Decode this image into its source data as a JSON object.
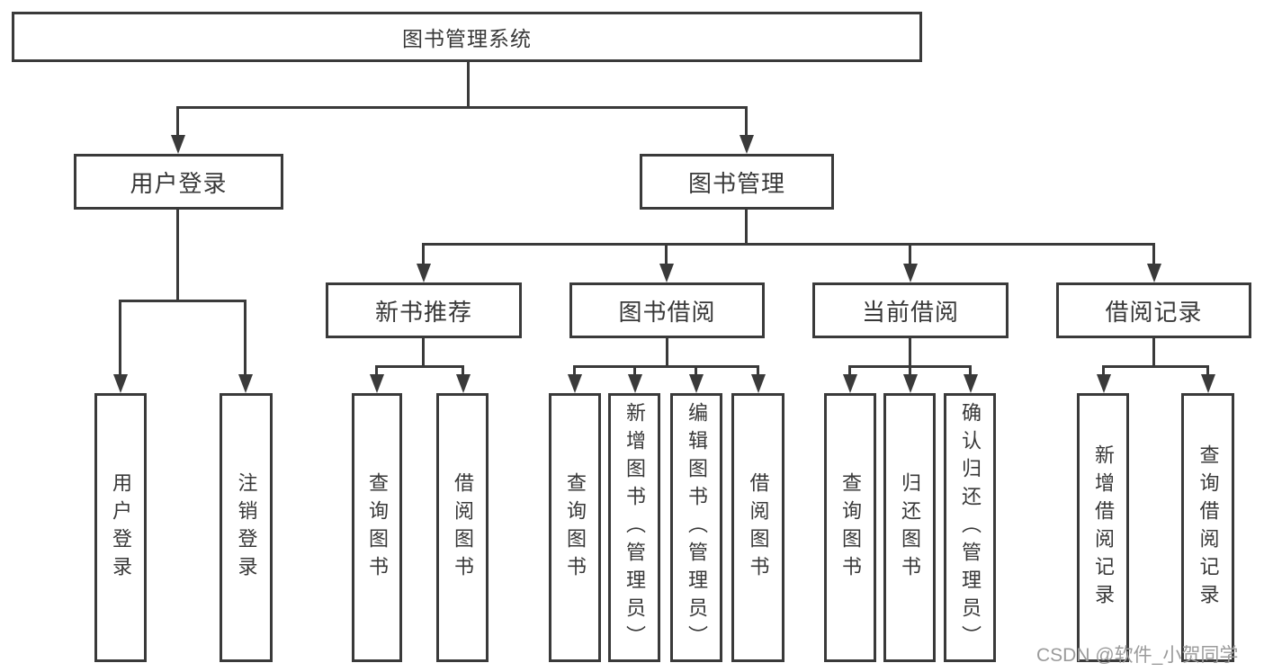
{
  "diagram_type": "hierarchy-tree",
  "watermark": "CSDN @软件_小贺同学",
  "colors": {
    "line": "#3a3a3a",
    "text": "#383838",
    "box-bg": "#ffffff",
    "watermark": "#9b9b9b"
  },
  "tree": {
    "label": "图书管理系统",
    "children": [
      {
        "label": "用户登录",
        "children": [
          {
            "label": "用户登录"
          },
          {
            "label": "注销登录"
          }
        ]
      },
      {
        "label": "图书管理",
        "children": [
          {
            "label": "新书推荐",
            "children": [
              {
                "label": "查询图书"
              },
              {
                "label": "借阅图书"
              }
            ]
          },
          {
            "label": "图书借阅",
            "children": [
              {
                "label": "查询图书"
              },
              {
                "label": "新增图书（管理员）"
              },
              {
                "label": "编辑图书（管理员）"
              },
              {
                "label": "借阅图书"
              }
            ]
          },
          {
            "label": "当前借阅",
            "children": [
              {
                "label": "查询图书"
              },
              {
                "label": "归还图书"
              },
              {
                "label": "确认归还（管理员）"
              }
            ]
          },
          {
            "label": "借阅记录",
            "children": [
              {
                "label": "新增借阅记录"
              },
              {
                "label": "查询借阅记录"
              }
            ]
          }
        ]
      }
    ]
  }
}
